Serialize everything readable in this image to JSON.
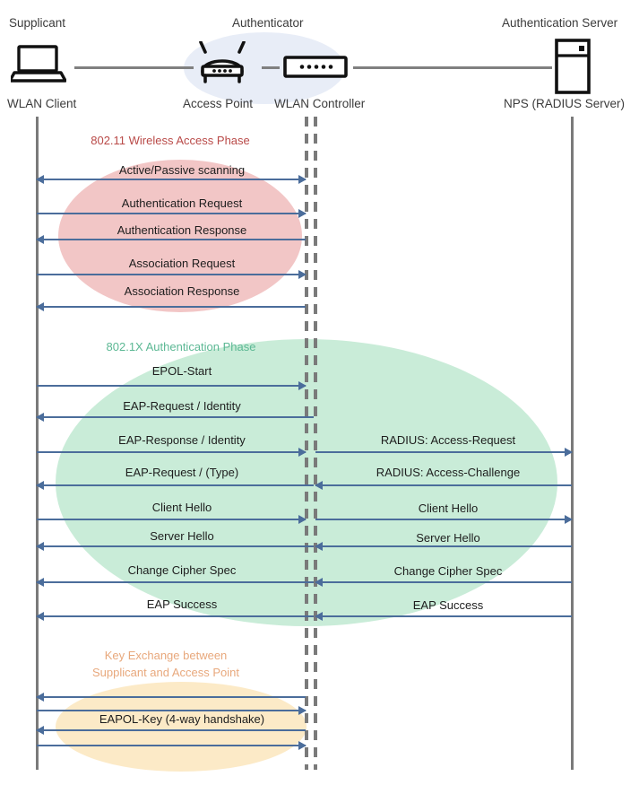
{
  "diagram": {
    "title": "802.1X / WPA2-Enterprise WLAN authentication sequence",
    "colors": {
      "arrow": "#4b6d9b",
      "lifeline": "#7a7a7a",
      "phase_red_fill": "#f2c6c6",
      "phase_red_text": "#b94a48",
      "phase_green_fill": "#c9ecd8",
      "phase_green_text": "#5cb894",
      "phase_orange_fill": "#fbe6bd",
      "phase_orange_text": "#e8a87c",
      "authenticator_fill": "#e8edf7",
      "link": "#808080"
    }
  },
  "actors": [
    {
      "role": "Supplicant",
      "name": "WLAN Client",
      "icon": "laptop-icon"
    },
    {
      "role": "Authenticator",
      "name": "Access Point",
      "icon": "wireless-router-icon"
    },
    {
      "role": "",
      "name": "WLAN Controller",
      "icon": "controller-icon"
    },
    {
      "role": "Authentication Server",
      "name": "NPS (RADIUS Server)",
      "icon": "server-icon"
    }
  ],
  "phases": [
    {
      "id": "wireless-access",
      "label": "802.11 Wireless Access Phase"
    },
    {
      "id": "dot1x-auth",
      "label": "802.1X Authentication Phase"
    },
    {
      "id": "key-exchange",
      "label_line1": "Key Exchange between",
      "label_line2": "Supplicant and Access Point"
    }
  ],
  "messages": {
    "left_segment": [
      {
        "label": "Active/Passive scanning",
        "direction": "both"
      },
      {
        "label": "Authentication Request",
        "direction": "right"
      },
      {
        "label": "Authentication Response",
        "direction": "left"
      },
      {
        "label": "Association Request",
        "direction": "right"
      },
      {
        "label": "Association Response",
        "direction": "left"
      },
      {
        "label": "EPOL-Start",
        "direction": "right"
      },
      {
        "label": "EAP-Request / Identity",
        "direction": "left"
      },
      {
        "label": "EAP-Response / Identity",
        "direction": "right"
      },
      {
        "label": "EAP-Request / (Type)",
        "direction": "left"
      },
      {
        "label": "Client Hello",
        "direction": "right"
      },
      {
        "label": "Server Hello",
        "direction": "left"
      },
      {
        "label": "Change Cipher Spec",
        "direction": "left"
      },
      {
        "label": "EAP Success",
        "direction": "left"
      },
      {
        "label": "",
        "direction": "left"
      },
      {
        "label": "EAPOL-Key (4-way handshake)",
        "direction": "right"
      },
      {
        "label": "",
        "direction": "left"
      },
      {
        "label": "",
        "direction": "right"
      }
    ],
    "right_segment": [
      {
        "label": "RADIUS: Access-Request",
        "direction": "right"
      },
      {
        "label": "RADIUS: Access-Challenge",
        "direction": "left"
      },
      {
        "label": "Client Hello",
        "direction": "right"
      },
      {
        "label": "Server Hello",
        "direction": "left"
      },
      {
        "label": "Change Cipher Spec",
        "direction": "left"
      },
      {
        "label": "EAP Success",
        "direction": "left"
      }
    ]
  }
}
